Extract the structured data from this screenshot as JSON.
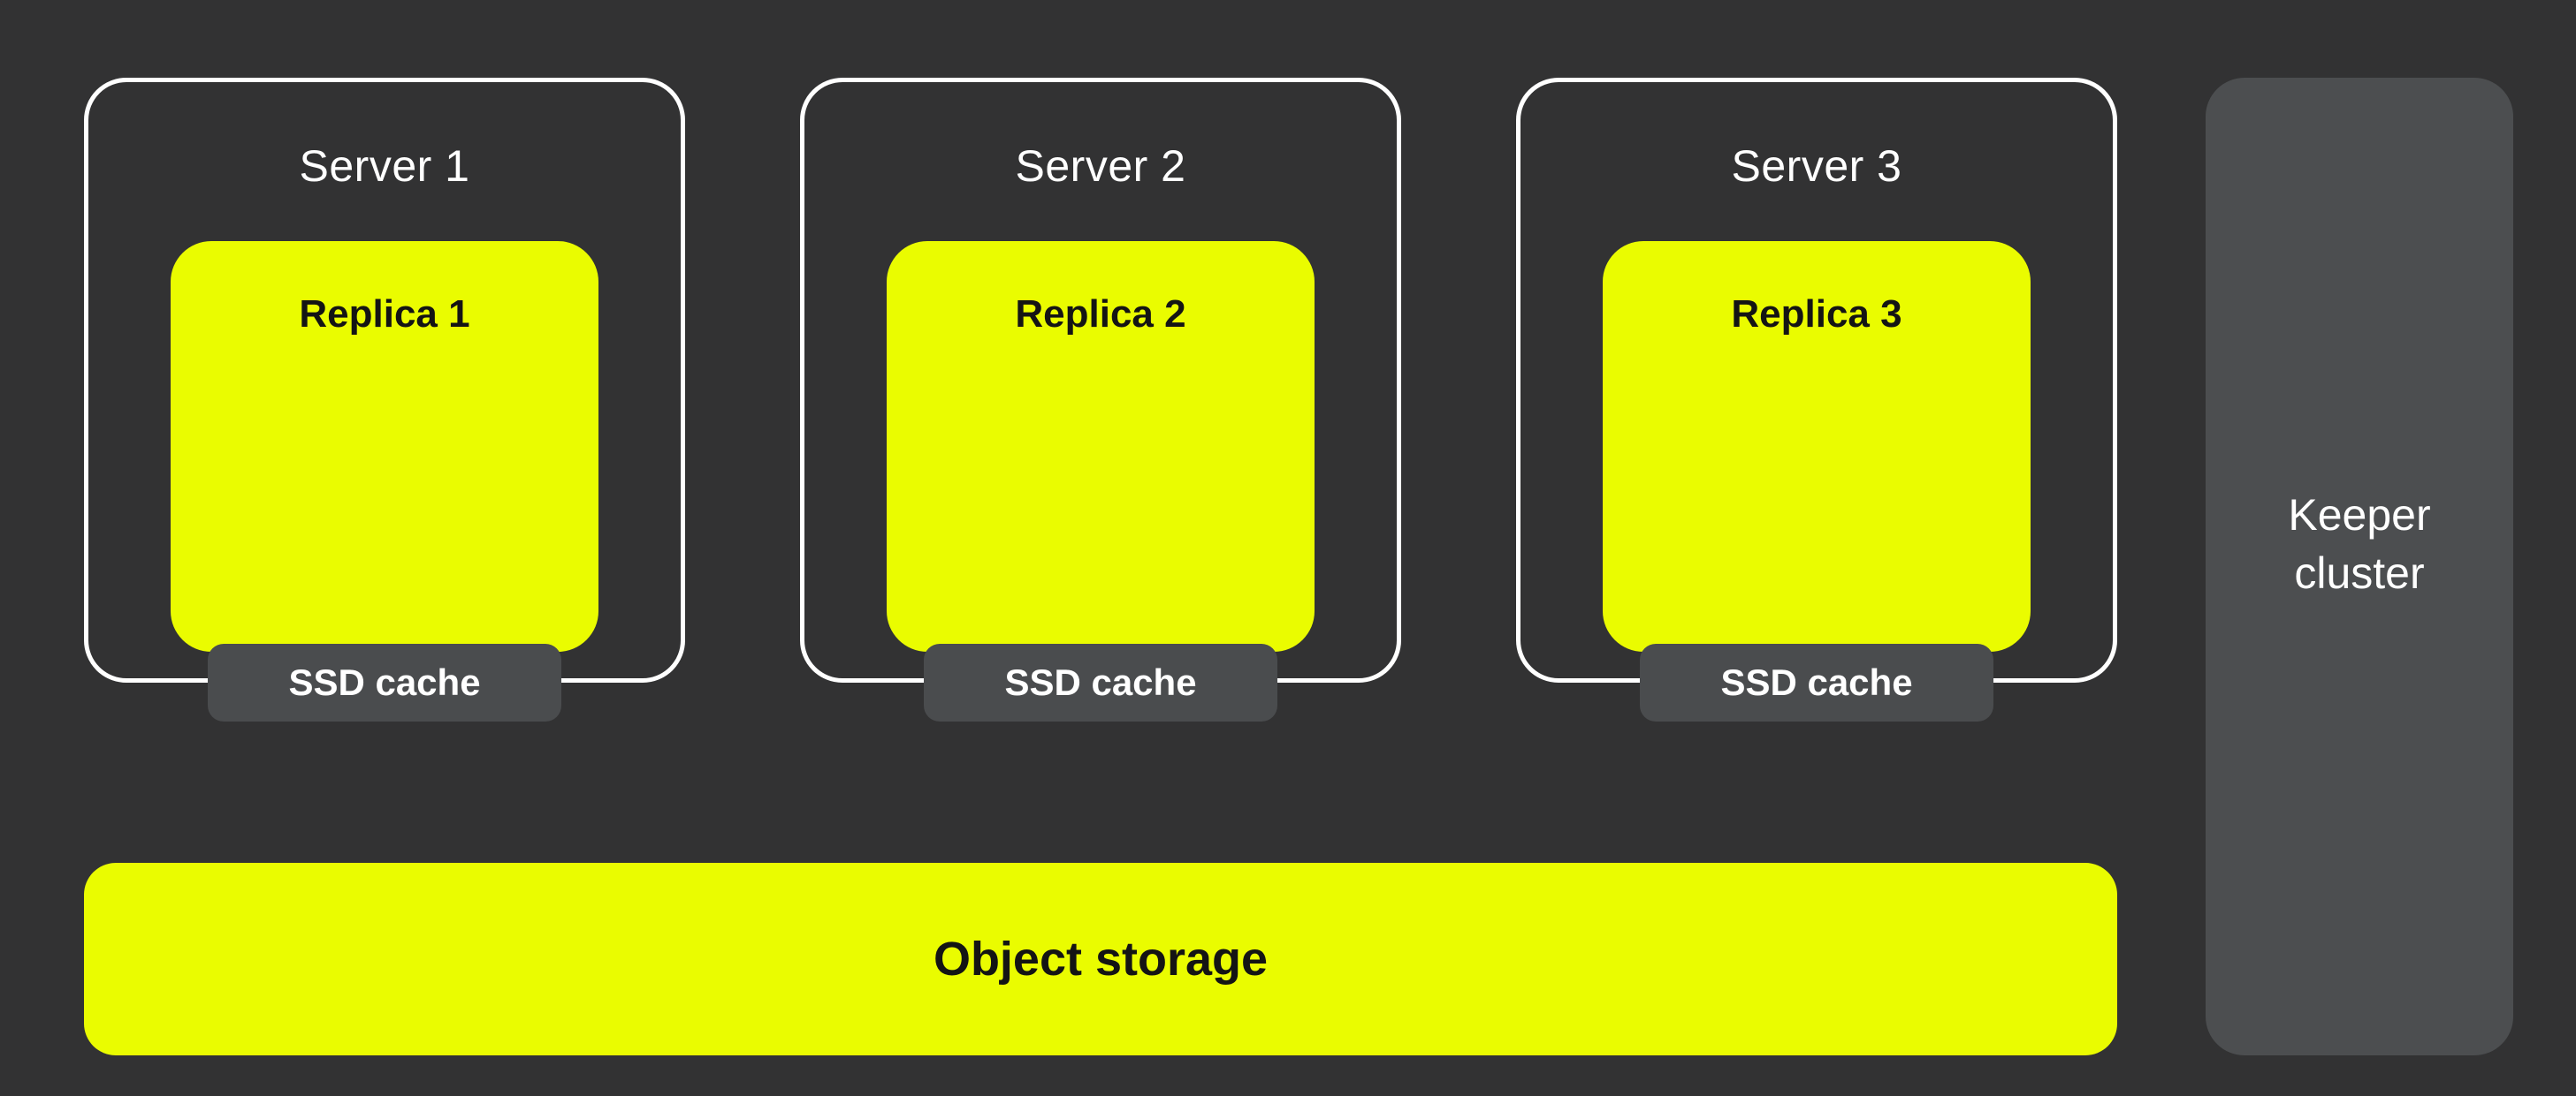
{
  "colors": {
    "background": "#323233",
    "accent": "#EAFC00",
    "keeper_fill": "#4C4E50",
    "cache_fill": "#4A4C4E",
    "border": "#FFFFFF",
    "text_light": "#FFFFFF",
    "text_dark": "#141414"
  },
  "servers": [
    {
      "title": "Server 1",
      "replica_label": "Replica 1",
      "cache_label": "SSD cache"
    },
    {
      "title": "Server 2",
      "replica_label": "Replica 2",
      "cache_label": "SSD cache"
    },
    {
      "title": "Server 3",
      "replica_label": "Replica 3",
      "cache_label": "SSD cache"
    }
  ],
  "keeper": {
    "label": "Keeper cluster",
    "lines": [
      "Keeper",
      "cluster"
    ]
  },
  "object_storage": {
    "label": "Object storage"
  }
}
